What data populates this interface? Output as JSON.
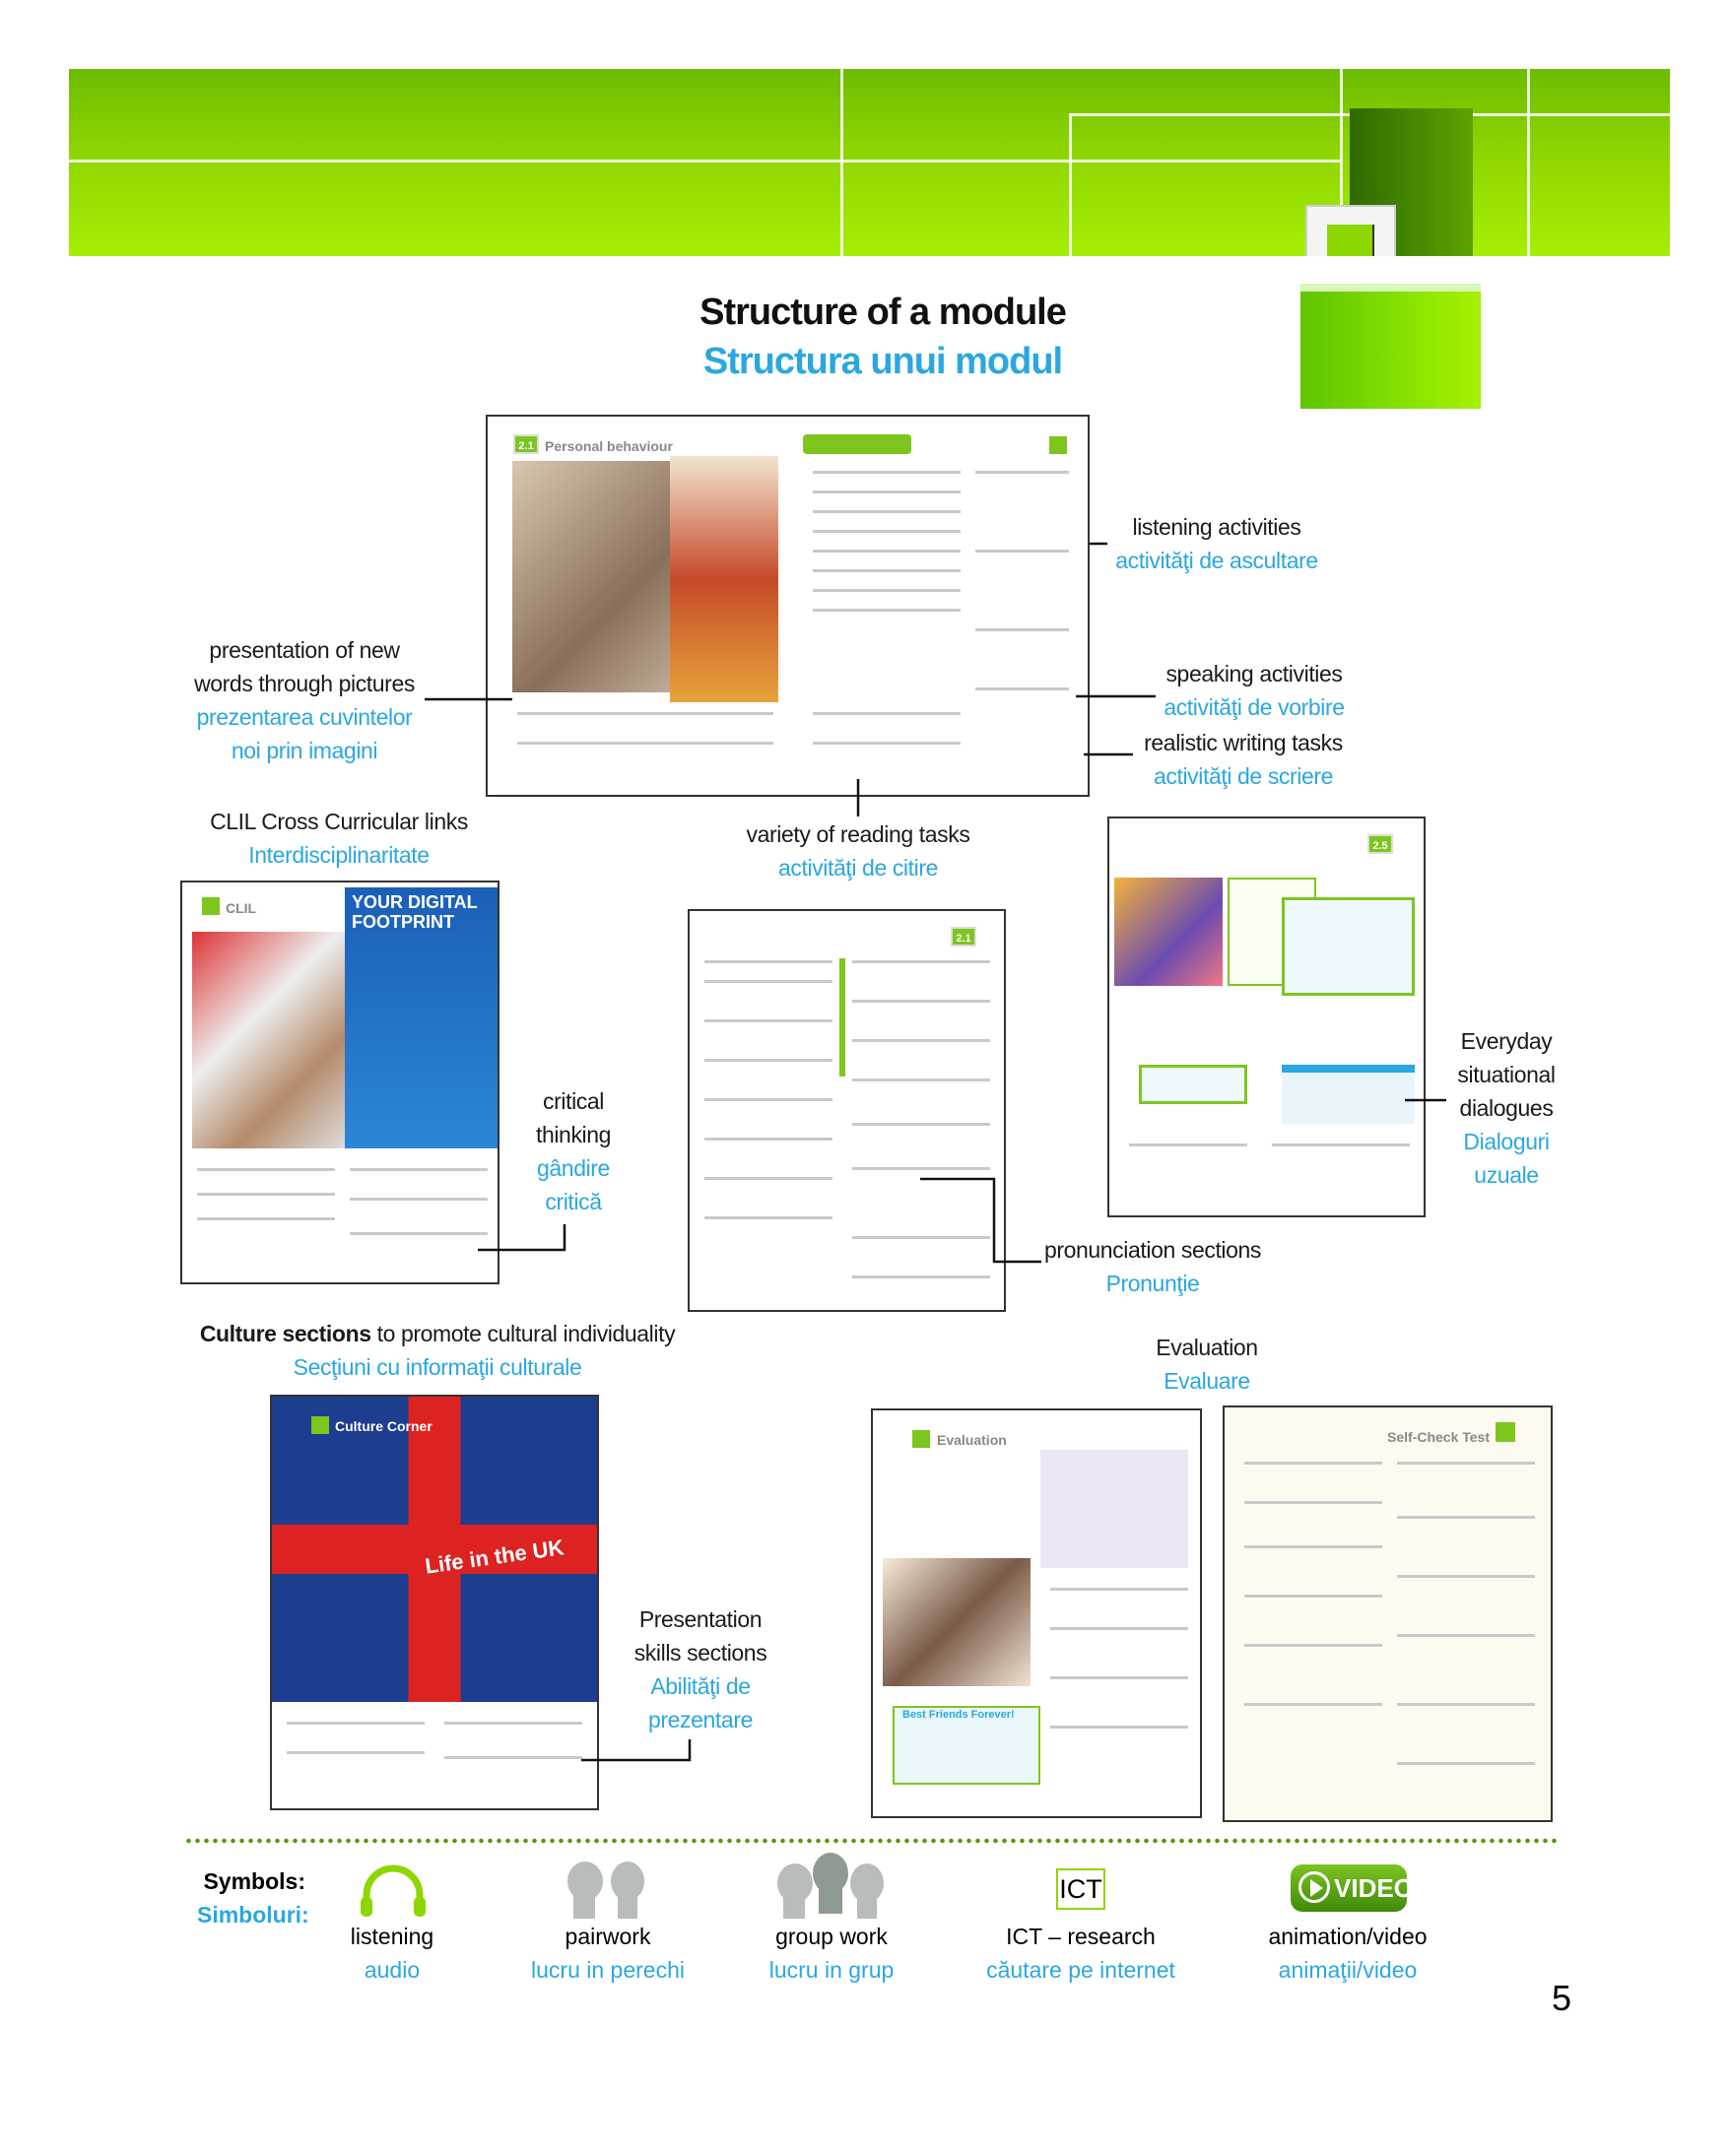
{
  "title": {
    "en": "Structure of a module",
    "ro": "Structura unui modul"
  },
  "callouts": {
    "listening": {
      "en": "listening activities",
      "ro": "activităţi de ascultare"
    },
    "new_words": {
      "en1": "presentation of new",
      "en2": "words through pictures",
      "ro1": "prezentarea cuvintelor",
      "ro2": "noi prin imagini"
    },
    "speaking": {
      "en": "speaking activities",
      "ro": "activităţi de vorbire"
    },
    "writing": {
      "en": "realistic writing tasks",
      "ro": "activităţi de scriere"
    },
    "clil": {
      "en": "CLIL Cross Curricular links",
      "ro": "Interdisciplinaritate"
    },
    "reading": {
      "en": "variety of reading tasks",
      "ro": "activităţi de citire"
    },
    "dialogues": {
      "en1": "Everyday",
      "en2": "situational",
      "en3": "dialogues",
      "ro1": "Dialoguri",
      "ro2": "uzuale"
    },
    "critical": {
      "en1": "critical",
      "en2": "thinking",
      "ro1": "gândire",
      "ro2": "critică"
    },
    "pronunciation": {
      "en": "pronunciation sections",
      "ro": "Pronunţie"
    },
    "culture": {
      "bold": "Culture sections",
      "rest": " to promote cultural individuality",
      "ro": "Secţiuni cu informaţii culturale"
    },
    "evaluation": {
      "en": "Evaluation",
      "ro": "Evaluare"
    },
    "presentation": {
      "en1": "Presentation",
      "en2": "skills sections",
      "ro1": "Abilităţi de",
      "ro2": "prezentare"
    }
  },
  "thumbnails": {
    "spread": {
      "header": "Personal behaviour",
      "section": "2.1"
    },
    "clil": {
      "header": "CLIL",
      "title": "YOUR DIGITAL FOOTPRINT"
    },
    "reading": {
      "section": "2.1"
    },
    "dialogues": {
      "section": "2.5"
    },
    "culture": {
      "header": "Culture Corner",
      "title": "Life in the UK"
    },
    "evaluation": {
      "header": "Evaluation",
      "box": "Best Friends Forever!"
    },
    "selfcheck": {
      "header": "Self-Check Test"
    }
  },
  "symbols": {
    "label_en": "Symbols:",
    "label_ro": "Simboluri:",
    "items": [
      {
        "icon": "headphones-icon",
        "en": "listening",
        "ro": "audio"
      },
      {
        "icon": "pairwork-icon",
        "en": "pairwork",
        "ro": "lucru in perechi"
      },
      {
        "icon": "groupwork-icon",
        "en": "group work",
        "ro": "lucru in grup"
      },
      {
        "icon": "ict-icon",
        "en": "ICT – research",
        "ro": "căutare pe internet",
        "badge": "ICT"
      },
      {
        "icon": "video-icon",
        "en": "animation/video",
        "ro": "animaţii/video",
        "badge": "VIDEO"
      }
    ]
  },
  "page_number": "5",
  "colors": {
    "green": "#8ed600",
    "blue": "#2aa7e0"
  }
}
